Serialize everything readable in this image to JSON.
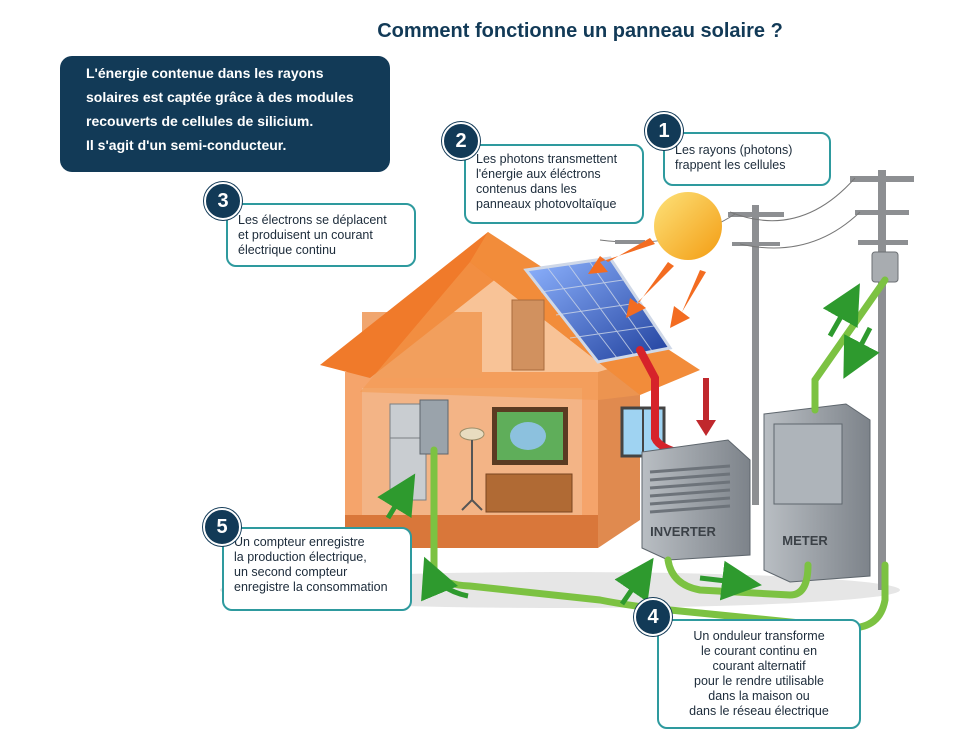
{
  "title": "Comment fonctionne un panneau solaire ?",
  "intro_lines": [
    "L'énergie contenue dans les rayons",
    "solaires  est captée grâce à des modules",
    "recouverts de cellules de silicium.",
    "Il s'agit d'un semi-conducteur."
  ],
  "steps": [
    {
      "number": "1",
      "lines": [
        "Les rayons (photons)",
        "frappent les cellules"
      ]
    },
    {
      "number": "2",
      "lines": [
        "Les photons transmettent",
        "l'énergie aux éléctrons",
        "contenus dans les",
        "panneaux photovoltaïque"
      ]
    },
    {
      "number": "3",
      "lines": [
        "Les électrons se déplacent",
        "et produisent un courant",
        "électrique continu"
      ]
    },
    {
      "number": "4",
      "lines": [
        "Un onduleur transforme",
        "le courant continu en",
        "courant alternatif",
        "pour le rendre utilisable",
        "dans la maison ou",
        "dans le réseau électrique"
      ]
    },
    {
      "number": "5",
      "lines": [
        "Un compteur enregistre",
        "la production électrique,",
        "un second compteur",
        "enregistre la consommation"
      ]
    }
  ],
  "inverter_label": "INVERTER",
  "meter_label": "METER",
  "colors": {
    "navy": "#123a57",
    "teal": "#2e9a9e",
    "roof": "#f07a2a",
    "wall": "#f5a46b",
    "panel": "#3a63c4",
    "sun": "#f7c21a",
    "dc_wire": "#d6232a",
    "ac_wire": "#7cc242",
    "cabinet": "#9aa0a6"
  },
  "icons": [
    "sun-icon",
    "solar-panel-icon",
    "house-icon",
    "inverter-icon",
    "meter-icon",
    "utility-pole-icon",
    "refrigerator-icon",
    "tv-icon",
    "lamp-icon"
  ]
}
